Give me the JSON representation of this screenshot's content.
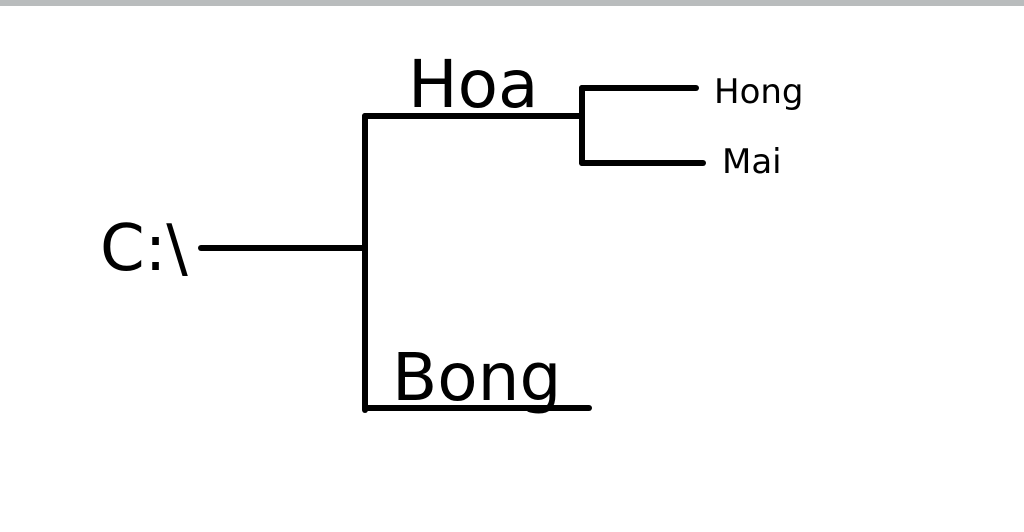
{
  "diagram": {
    "root": "C:\\",
    "children": [
      {
        "label": "Hoa",
        "children": [
          {
            "label": "Hong"
          },
          {
            "label": "Mai"
          }
        ]
      },
      {
        "label": "Bong"
      }
    ]
  },
  "colors": {
    "line": "#000000",
    "top_bar": "#b9bcbd",
    "background": "#ffffff"
  }
}
